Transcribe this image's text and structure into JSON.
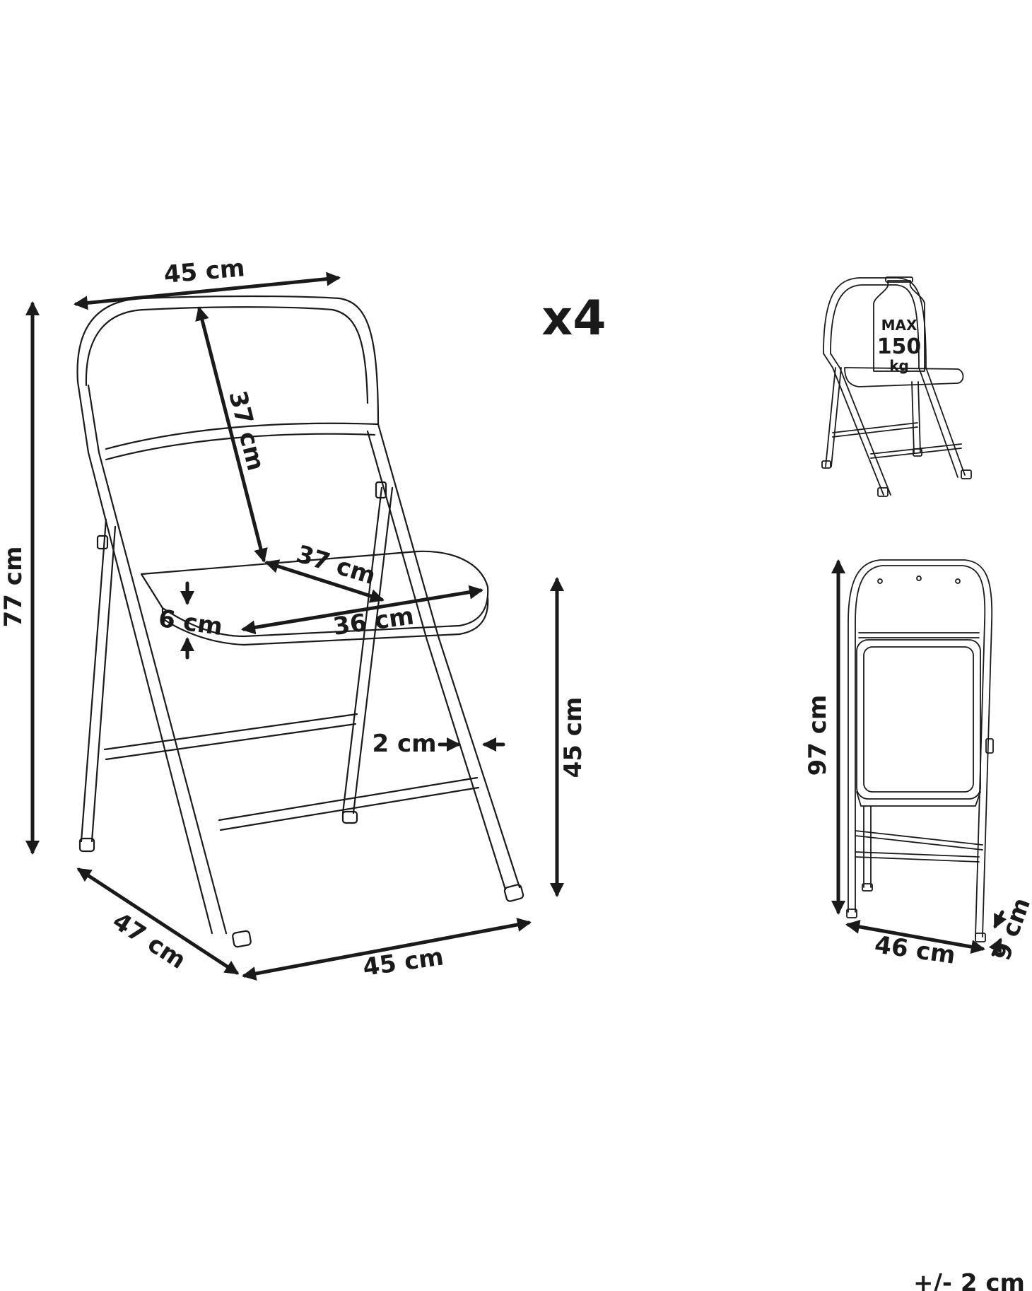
{
  "quantity": "x4",
  "tolerance": "+/- 2 cm",
  "dimensions": {
    "back_width": "45 cm",
    "total_height": "77 cm",
    "backrest_height": "37 cm",
    "seat_depth": "37 cm",
    "seat_width": "36 cm",
    "seat_thickness": "6 cm",
    "tube_diameter": "2 cm",
    "seat_height": "45 cm",
    "base_depth": "47 cm",
    "base_width": "45 cm",
    "folded_height": "97 cm",
    "folded_width": "46 cm",
    "folded_depth": "9 cm"
  },
  "load_weight": {
    "max": "MAX",
    "value": "150",
    "unit": "kg"
  },
  "colors": {
    "stroke": "#1a1a1a",
    "background": "#ffffff"
  }
}
